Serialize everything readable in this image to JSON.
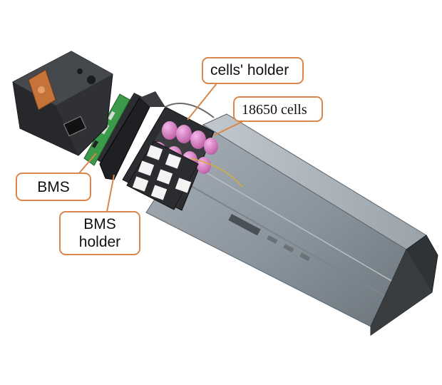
{
  "callouts": {
    "cells_holder": "cells' holder",
    "cells_18650": "18650 cells",
    "bms": "BMS",
    "bms_holder_line1": "BMS",
    "bms_holder_line2": "holder"
  },
  "colors": {
    "callout_border": "#d9874a",
    "casing": "#8f9aa3",
    "casing_dark": "#3a3d40",
    "cell_pink": "#d77cc8",
    "pcb_green": "#3c9b4a",
    "cap_orange": "#c6733a"
  }
}
